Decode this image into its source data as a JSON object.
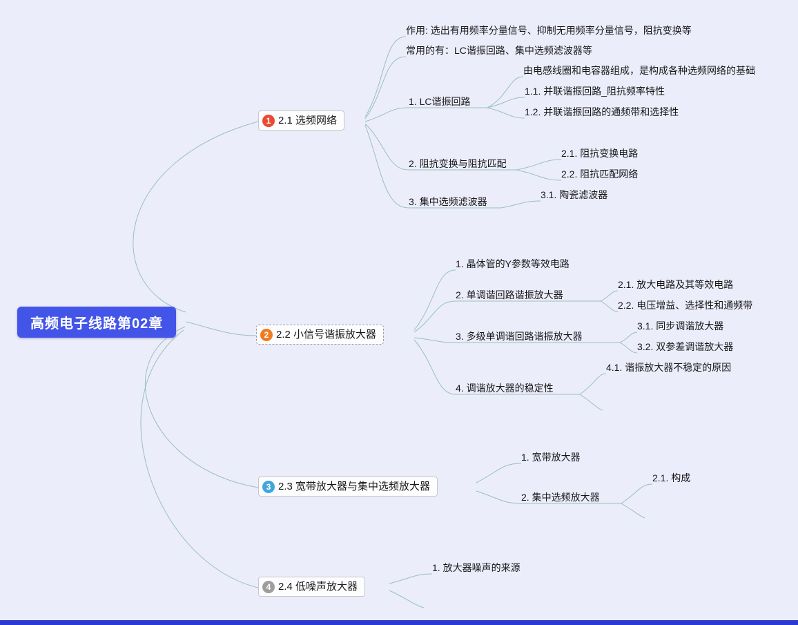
{
  "canvas": {
    "background": "#ecedfa",
    "edge_color": "#97c1ba",
    "bottom_bar_color": "#2b3bd2"
  },
  "root": {
    "label": "高频电子线路第02章",
    "color": "#4355e8",
    "text_color": "#ffffff"
  },
  "branches": [
    {
      "badge": "1",
      "badge_color": "#e84a33",
      "label": "2.1 选频网络",
      "children": [
        {
          "label": "作用: 选出有用频率分量信号、抑制无用频率分量信号，阻抗变换等"
        },
        {
          "label": "常用的有：LC谐振回路、集中选频滤波器等"
        },
        {
          "label": "1. LC谐振回路",
          "children": [
            {
              "label": "由电感线圈和电容器组成，是构成各种选频网络的基础"
            },
            {
              "label": "1.1. 并联谐振回路_阻抗频率特性"
            },
            {
              "label": "1.2. 并联谐振回路的通频带和选择性"
            }
          ]
        },
        {
          "label": "2. 阻抗变换与阻抗匹配",
          "children": [
            {
              "label": "2.1. 阻抗变换电路"
            },
            {
              "label": "2.2. 阻抗匹配网络"
            }
          ]
        },
        {
          "label": "3. 集中选频滤波器",
          "children": [
            {
              "label": "3.1. 陶瓷滤波器"
            }
          ]
        }
      ]
    },
    {
      "badge": "2",
      "badge_color": "#f07c1f",
      "label": "2.2 小信号谐振放大器",
      "children": [
        {
          "label": "1. 晶体管的Y参数等效电路"
        },
        {
          "label": "2. 单调谐回路谐振放大器",
          "children": [
            {
              "label": "2.1. 放大电路及其等效电路"
            },
            {
              "label": "2.2. 电压增益、选择性和通频带"
            }
          ]
        },
        {
          "label": "3. 多级单调谐回路谐振放大器",
          "children": [
            {
              "label": "3.1. 同步调谐放大器"
            },
            {
              "label": "3.2. 双参差调谐放大器"
            }
          ]
        },
        {
          "label": "4. 调谐放大器的稳定性",
          "children": [
            {
              "label": "4.1. 谐振放大器不稳定的原因"
            }
          ]
        }
      ]
    },
    {
      "badge": "3",
      "badge_color": "#42a5e0",
      "label": "2.3 宽带放大器与集中选频放大器",
      "children": [
        {
          "label": "1. 宽带放大器"
        },
        {
          "label": "2. 集中选频放大器",
          "children": [
            {
              "label": "2.1. 构成"
            }
          ]
        }
      ]
    },
    {
      "badge": "4",
      "badge_color": "#9e9e9e",
      "label": "2.4 低噪声放大器",
      "children": [
        {
          "label": "1. 放大器噪声的来源"
        }
      ]
    }
  ]
}
